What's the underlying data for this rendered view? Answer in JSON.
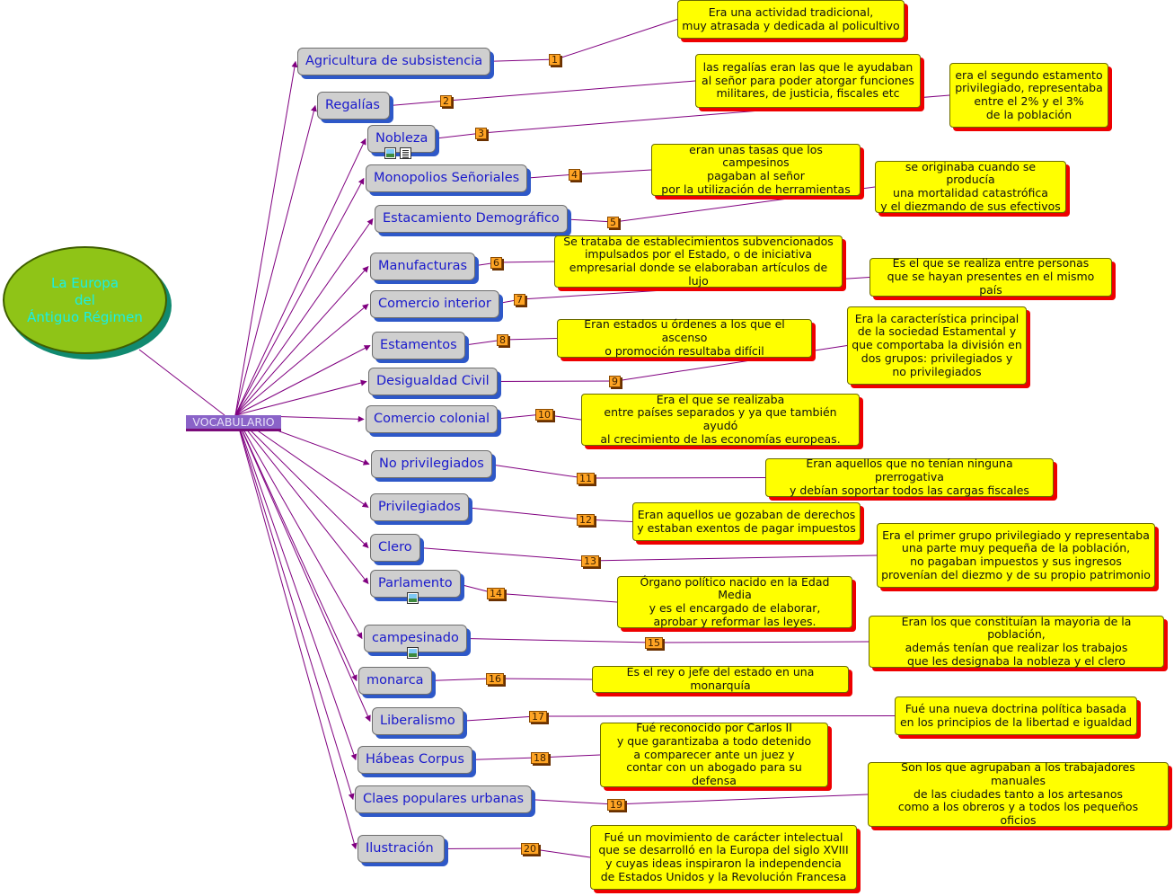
{
  "title": "La Europa\ndel\nÁntiguo Régimen",
  "hub": "VOCABULARIO",
  "colors": {
    "link": "#800080",
    "concept_bg": "#cfcfcf",
    "concept_text": "#1a1acc",
    "note_bg": "#ffff00",
    "note_shadow": "#ee0000",
    "number_bg": "#ffa424"
  },
  "concepts": [
    {
      "n": "1",
      "term": "Agricultura de subsistencia",
      "definition": "Era una actividad tradicional,\nmuy atrasada y dedicada al policultivo"
    },
    {
      "n": "2",
      "term": "Regalías",
      "definition": "las regalías eran las que le ayudaban\nal señor para poder atorgar funciones\nmilitares, de justicia, fiscales etc"
    },
    {
      "n": "3",
      "term": "Nobleza",
      "definition": "era el segundo estamento\nprivilegiado, representaba\nentre el 2% y el 3%\nde la población",
      "icons": [
        "image-icon",
        "document-icon"
      ]
    },
    {
      "n": "4",
      "term": "Monopolios Señoriales",
      "definition": "eran unas tasas que los campesinos\npagaban al señor\npor la utilización de herramientas"
    },
    {
      "n": "5",
      "term": "Estacamiento Demográfico",
      "definition": "se originaba cuando se producía\nuna mortalidad catastrófica\ny el diezmando de sus efectivos"
    },
    {
      "n": "6",
      "term": "Manufacturas",
      "definition": "Se trataba de establecimientos subvencionados\nimpulsados por el Estado, o de iniciativa\nempresarial donde se elaboraban artículos de lujo"
    },
    {
      "n": "7",
      "term": "Comercio interior",
      "definition": "Es el que se realiza entre personas\nque se hayan presentes en el mismo país"
    },
    {
      "n": "8",
      "term": "Estamentos",
      "definition": "Eran estados u órdenes a los que el ascenso\no promoción resultaba difícil"
    },
    {
      "n": "9",
      "term": "Desigualdad Civil",
      "definition": "Era la característica principal\nde la sociedad Estamental y\nque comportaba la división en\ndos grupos: privilegiados y\nno privilegiados"
    },
    {
      "n": "10",
      "term": "Comercio colonial",
      "definition": "Era el que se realizaba\nentre países separados y ya que también ayudó\nal crecimiento de las economías europeas."
    },
    {
      "n": "11",
      "term": "No privilegiados",
      "definition": "Eran aquellos que no tenían ninguna prerrogativa\ny debían soportar todos las cargas fiscales"
    },
    {
      "n": "12",
      "term": "Privilegiados",
      "definition": "Eran aquellos ue gozaban de derechos\ny estaban exentos de pagar impuestos"
    },
    {
      "n": "13",
      "term": "Clero",
      "definition": "Era el primer grupo privilegiado y representaba\nuna parte muy pequeña de la población,\nno pagaban impuestos y sus ingresos\nprovenían del diezmo y de su propio patrimonio"
    },
    {
      "n": "14",
      "term": "Parlamento",
      "definition": "Órgano político nacido en la Edad Media\ny es el encargado de elaborar,\naprobar y reformar las leyes.",
      "icons": [
        "image-icon"
      ]
    },
    {
      "n": "15",
      "term": "campesinado",
      "definition": "Eran los que constituían la mayoria de la población,\nademás tenían que realizar los trabajos\nque les designaba la nobleza y el clero",
      "icons": [
        "image-icon"
      ]
    },
    {
      "n": "16",
      "term": "monarca",
      "definition": "Es el rey o jefe del estado en una monarquía"
    },
    {
      "n": "17",
      "term": "Liberalismo",
      "definition": "Fué una nueva doctrina política basada\nen los principios de la libertad e igualdad"
    },
    {
      "n": "18",
      "term": "Hábeas Corpus",
      "definition": "Fué reconocido por Carlos II\ny que garantizaba a todo detenido\na comparecer ante un juez y\ncontar con un abogado para su defensa"
    },
    {
      "n": "19",
      "term": "Claes populares urbanas",
      "definition": "Son los que agrupaban a los trabajadores manuales\nde las ciudades tanto a los artesanos\ncomo a los obreros y a todos los pequeños\noficios"
    },
    {
      "n": "20",
      "term": "Ilustración",
      "definition": "Fué un movimiento de carácter intelectual\nque se desarrolló en la Europa del siglo XVIII\ny cuyas ideas inspiraron la independencia\nde Estados Unidos y la Revolución Francesa"
    }
  ]
}
